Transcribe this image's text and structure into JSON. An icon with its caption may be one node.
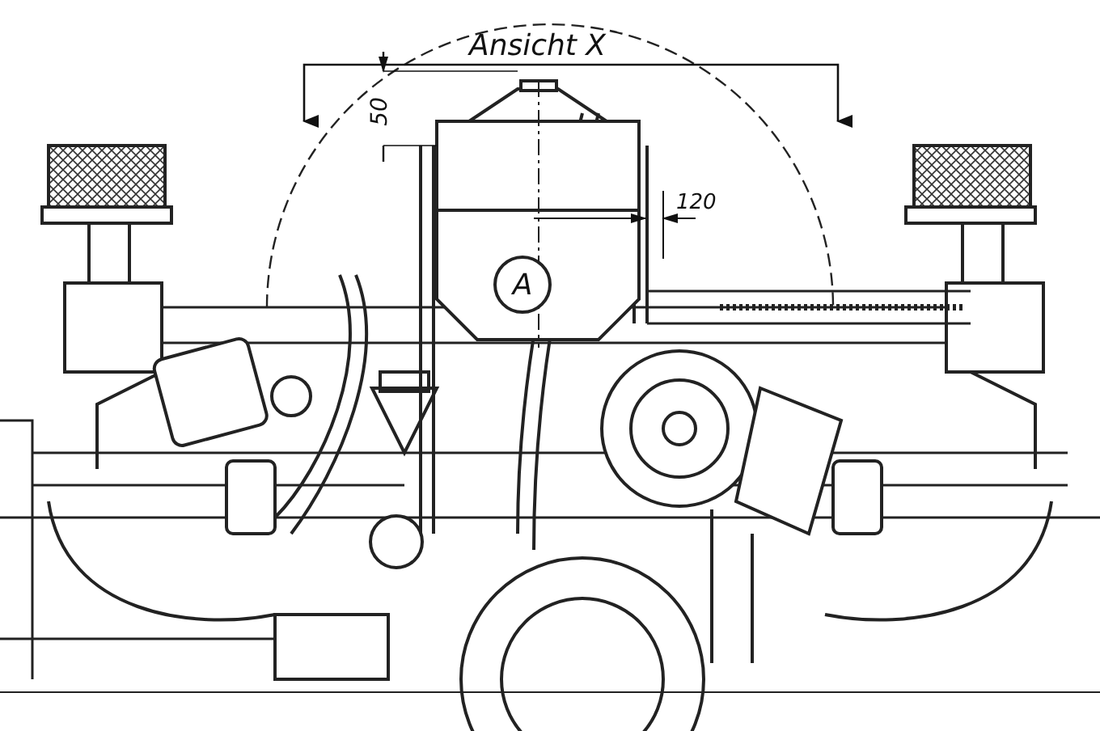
{
  "diagram": {
    "nodes": [
      {
        "text": [
          "A"
        ]
      }
    ],
    "labels": [
      "Ansicht X",
      "50",
      "120"
    ]
  }
}
